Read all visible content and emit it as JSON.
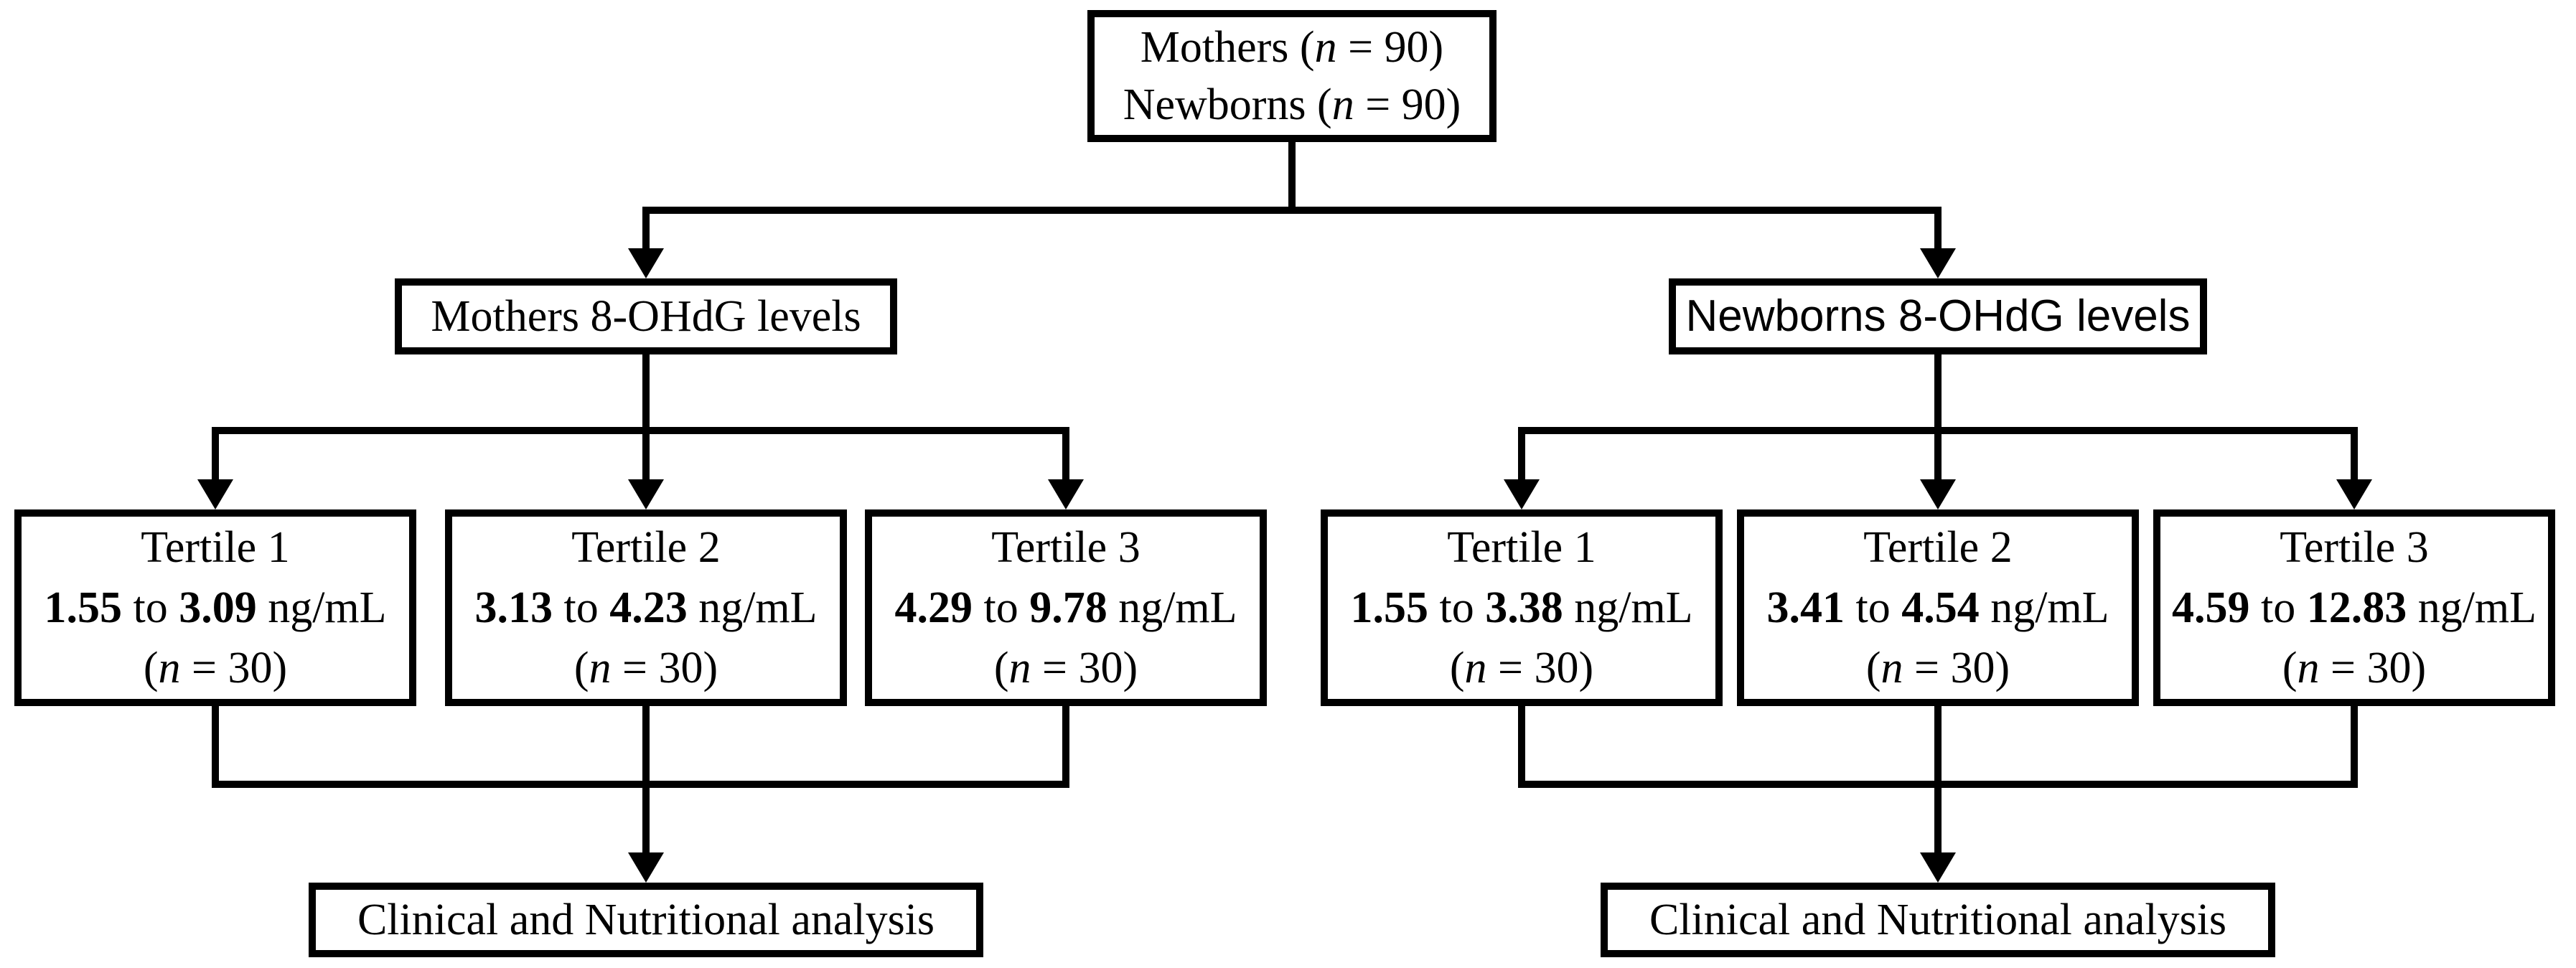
{
  "colors": {
    "background": "#ffffff",
    "line": "#000000",
    "text": "#000000"
  },
  "diagram": {
    "root": {
      "line1": {
        "pre": "Mothers (",
        "n": "n",
        "post": " = 90)"
      },
      "line2": {
        "pre": "Newborns (",
        "n": "n",
        "post": " = 90)"
      }
    },
    "left": {
      "level_label": "Mothers 8-OHdG levels",
      "tertiles": [
        {
          "title": "Tertile 1",
          "low": "1.55",
          "to": " to ",
          "high": "3.09",
          "unit": " ng/mL",
          "n_open": "(",
          "n": "n",
          "n_close": " = 30)"
        },
        {
          "title": "Tertile 2",
          "low": "3.13",
          "to": " to ",
          "high": "4.23",
          "unit": " ng/mL",
          "n_open": "(",
          "n": "n",
          "n_close": " = 30)"
        },
        {
          "title": "Tertile 3",
          "low": "4.29",
          "to": " to ",
          "high": "9.78",
          "unit": " ng/mL",
          "n_open": "(",
          "n": "n",
          "n_close": " = 30)"
        }
      ],
      "analysis_label": "Clinical and Nutritional analysis"
    },
    "right": {
      "level_label": "Newborns 8-OHdG levels",
      "tertiles": [
        {
          "title": "Tertile 1",
          "low": "1.55",
          "to": " to ",
          "high": "3.38",
          "unit": " ng/mL",
          "n_open": "(",
          "n": "n",
          "n_close": " = 30)"
        },
        {
          "title": "Tertile 2",
          "low": "3.41",
          "to": " to ",
          "high": "4.54",
          "unit": " ng/mL",
          "n_open": "(",
          "n": "n",
          "n_close": " = 30)"
        },
        {
          "title": "Tertile 3",
          "low": "4.59",
          "to": " to ",
          "high": "12.83",
          "unit": " ng/mL",
          "n_open": "(",
          "n": "n",
          "n_close": " = 30)"
        }
      ],
      "analysis_label": "Clinical and Nutritional analysis"
    }
  }
}
